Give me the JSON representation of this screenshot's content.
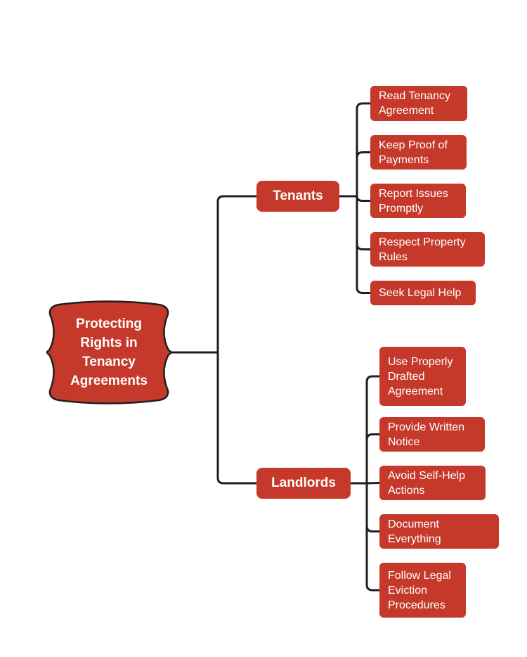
{
  "diagram": {
    "type": "mindmap",
    "root": {
      "label": "Protecting Rights in Tenancy Agreements"
    },
    "branches": [
      {
        "label": "Tenants",
        "children": [
          "Read Tenancy Agreement",
          "Keep Proof of Payments",
          "Report Issues Promptly",
          "Respect Property Rules",
          "Seek Legal Help"
        ]
      },
      {
        "label": "Landlords",
        "children": [
          "Use Properly Drafted Agreement",
          "Provide Written Notice",
          "Avoid Self-Help Actions",
          "Document Everything",
          "Follow Legal Eviction Procedures"
        ]
      }
    ],
    "colors": {
      "node_fill": "#c5392b",
      "connector": "#1f1f1f",
      "node_text": "#ffffff",
      "background": "#ffffff"
    }
  }
}
